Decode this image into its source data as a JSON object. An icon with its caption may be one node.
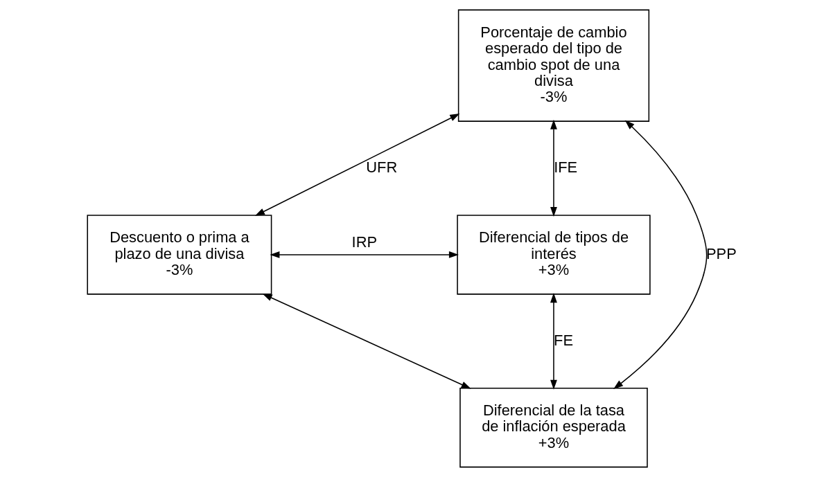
{
  "diagram": {
    "nodes": [
      {
        "text": [
          "Porcentaje de cambio esperado del tipo de cambio spot de una divisa",
          "-3%"
        ]
      },
      {
        "text": [
          "Descuento o prima a plazo de una divisa",
          "-3%"
        ]
      },
      {
        "text": [
          "Diferencial de tipos de interés",
          "+3%"
        ]
      },
      {
        "text": [
          "Diferencial de la tasa de inflación esperada",
          "+3%"
        ]
      }
    ],
    "edges": [
      {
        "from": 0,
        "to": 1,
        "arrow": "both",
        "label": "UFR"
      },
      {
        "from": 0,
        "to": 2,
        "arrow": "both",
        "label": "IFE"
      },
      {
        "from": 0,
        "to": 3,
        "arrow": "both",
        "label": "PPP"
      },
      {
        "from": 1,
        "to": 2,
        "arrow": "both",
        "label": "IRP"
      },
      {
        "from": 1,
        "to": 3,
        "arrow": "both"
      },
      {
        "from": 3,
        "to": 2,
        "arrow": "both",
        "label": "FE"
      }
    ]
  }
}
